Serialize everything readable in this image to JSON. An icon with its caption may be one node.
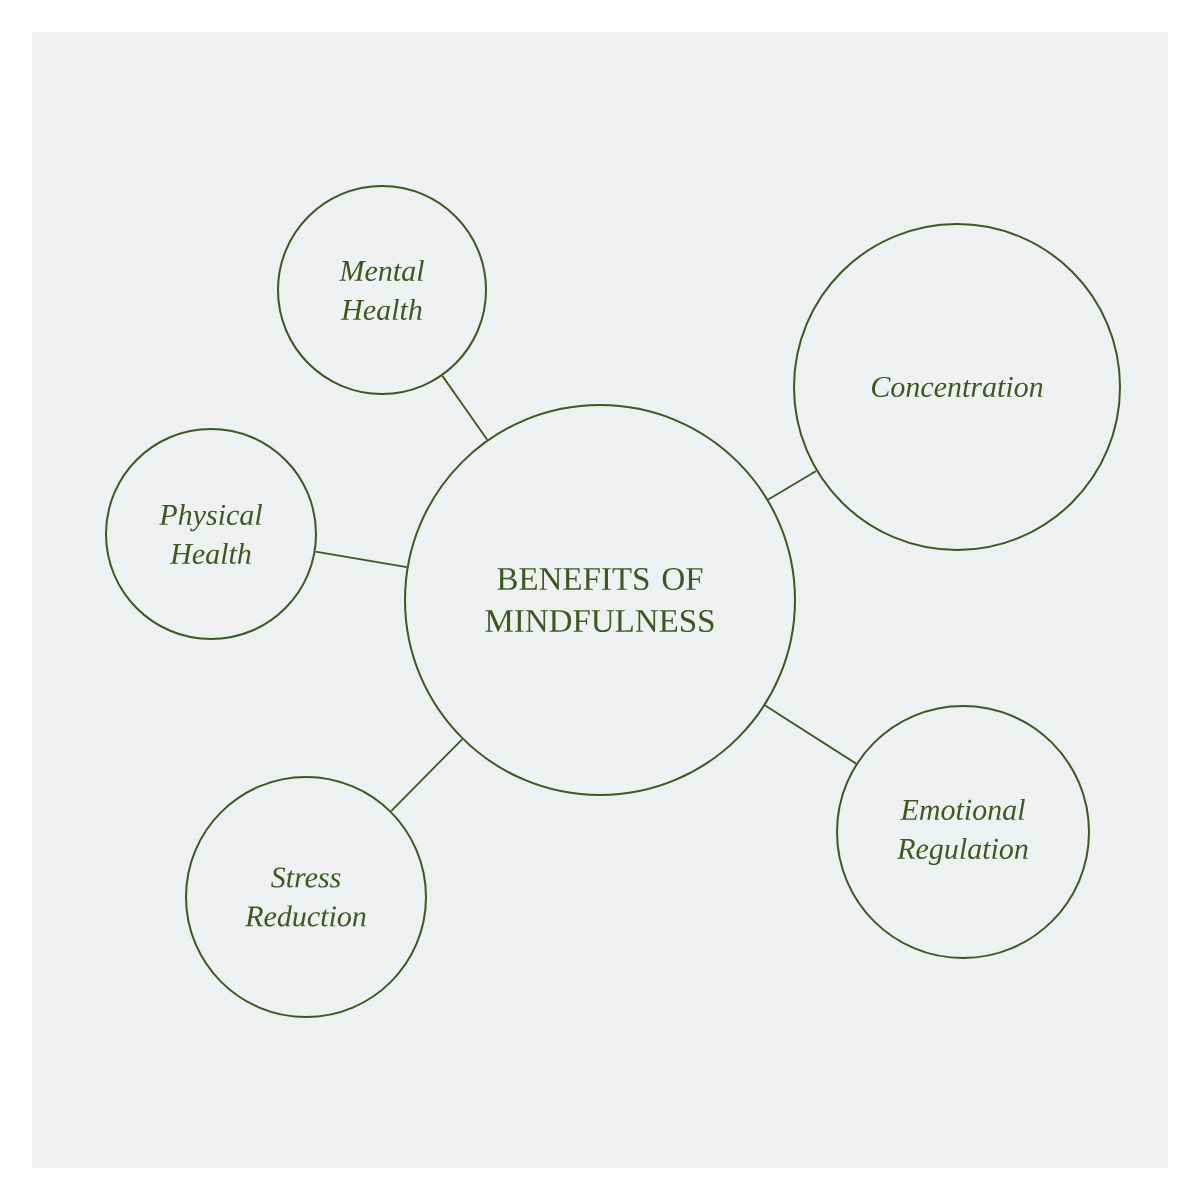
{
  "diagram": {
    "nodes": [
      {
        "text": [
          "BENEFITS OF MINDFULNESS"
        ]
      },
      {
        "text": [
          "Mental Health"
        ]
      },
      {
        "text": [
          "Concentration"
        ]
      },
      {
        "text": [
          "Physical Health"
        ]
      },
      {
        "text": [
          "Emotional Regulation"
        ]
      },
      {
        "text": [
          "Stress Reduction"
        ]
      }
    ],
    "edges": [
      {
        "from": 0,
        "to": 1,
        "arrow": "none"
      },
      {
        "from": 0,
        "to": 2,
        "arrow": "none"
      },
      {
        "from": 0,
        "to": 3,
        "arrow": "none"
      },
      {
        "from": 0,
        "to": 4,
        "arrow": "none"
      },
      {
        "from": 0,
        "to": 5,
        "arrow": "none"
      }
    ]
  }
}
